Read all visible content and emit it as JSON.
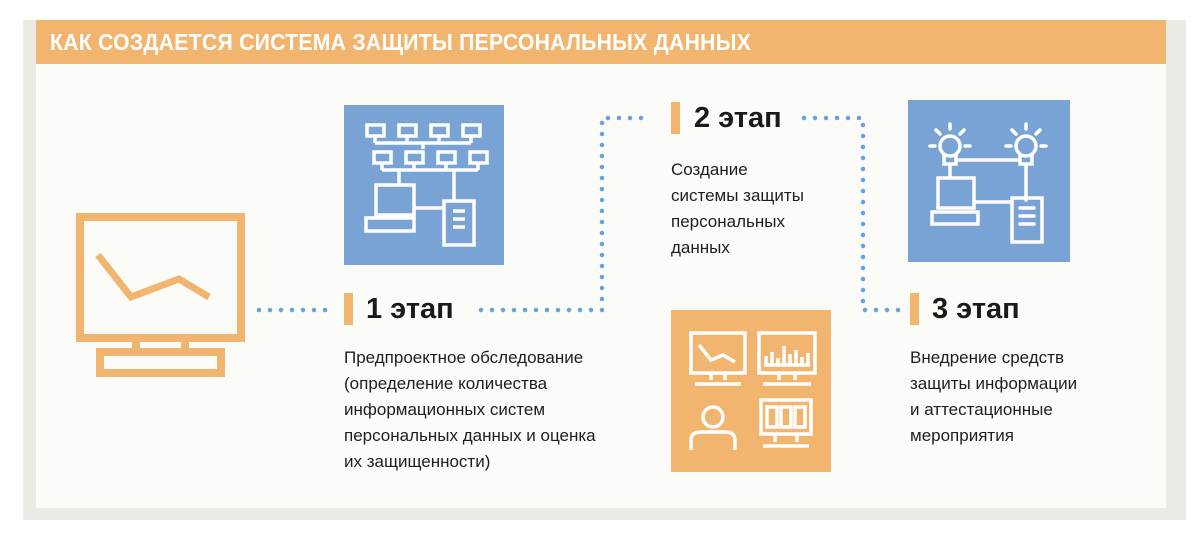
{
  "header": {
    "title": "КАК СОЗДАЕТСЯ СИСТЕМА ЗАЩИТЫ ПЕРСОНАЛЬНЫХ ДАННЫХ"
  },
  "stages": [
    {
      "title": "1 этап",
      "description": "Предпроектное обследование\n(определение количества\nинформационных систем\nперсональных данных и оценка\nих защищенности)"
    },
    {
      "title": "2 этап",
      "description": "Создание\nсистемы защиты\nперсональных\nданных"
    },
    {
      "title": "3 этап",
      "description": "Внедрение средств\nзащиты информации\nи аттестационные\nмероприятия"
    }
  ],
  "icons": [
    "monitor-chart-icon",
    "network-hierarchy-icon",
    "monitoring-workstation-icon",
    "lit-network-icon"
  ],
  "colors": {
    "accent": "#f2b56f",
    "blue_tile": "#79a3d4",
    "dots": "#6a9fe0",
    "text": "#1e1e1e",
    "panel": "#ebebe6",
    "inner": "#fbfbf7"
  }
}
